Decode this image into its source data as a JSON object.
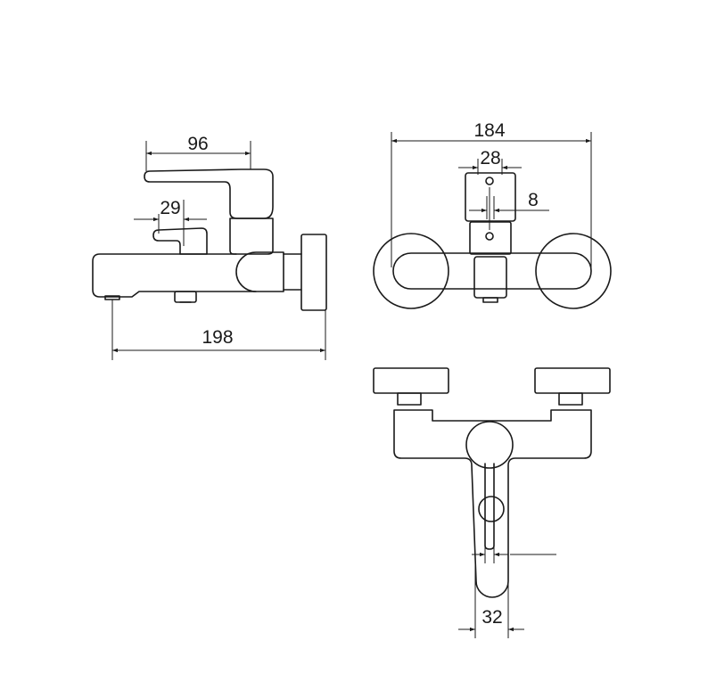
{
  "dimensions": {
    "side_lever_length": "96",
    "side_spout_offset": "29",
    "side_projection": "198",
    "front_center_distance": "184",
    "front_handle_width": "28",
    "front_small_offset": "8",
    "top_spout_width": "32"
  },
  "colors": {
    "line": "#1a1a1a",
    "background": "#ffffff"
  }
}
